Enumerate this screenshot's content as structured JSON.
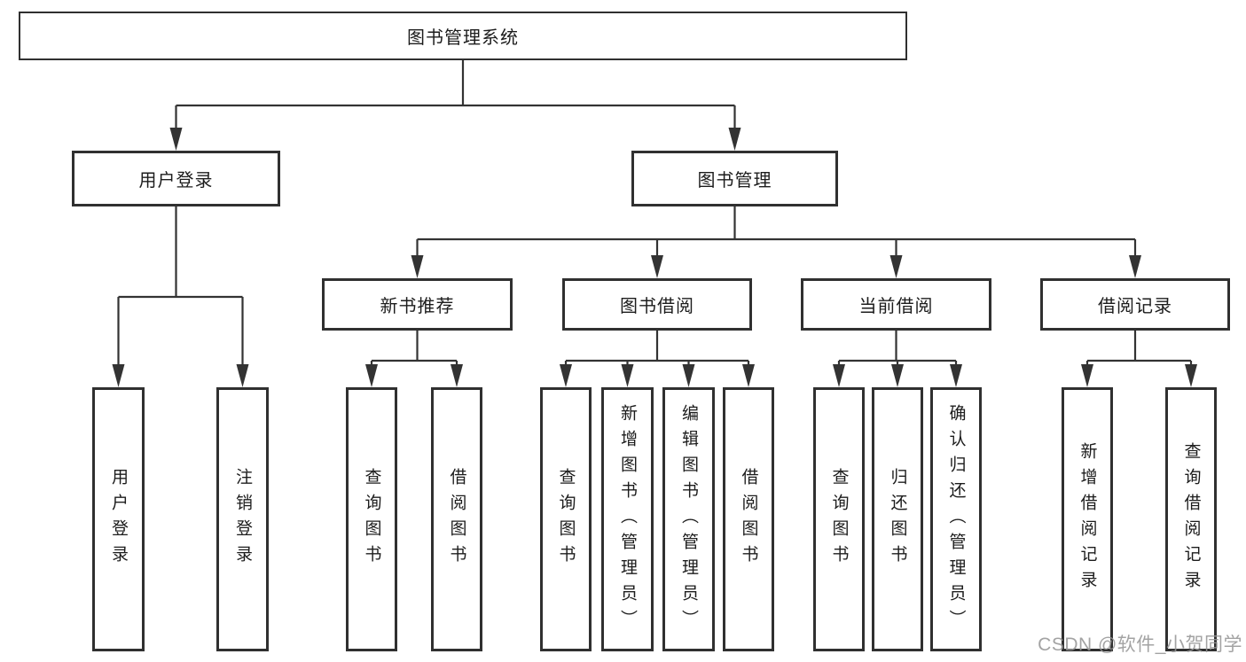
{
  "watermark": "CSDN @软件_小贺同学",
  "colors": {
    "line": "#333333",
    "box_border": "#303030",
    "box_fill": "#ffffff",
    "text": "#1c1c1c",
    "watermark": "#969696"
  },
  "tree": {
    "label": "图书管理系统",
    "children": [
      {
        "label": "用户登录",
        "children": [
          {
            "label": "用户登录"
          },
          {
            "label": "注销登录"
          }
        ]
      },
      {
        "label": "图书管理",
        "children": [
          {
            "label": "新书推荐",
            "children": [
              {
                "label": "查询图书"
              },
              {
                "label": "借阅图书"
              }
            ]
          },
          {
            "label": "图书借阅",
            "children": [
              {
                "label": "查询图书"
              },
              {
                "label": "新增图书（管理员）"
              },
              {
                "label": "编辑图书（管理员）"
              },
              {
                "label": "借阅图书"
              }
            ]
          },
          {
            "label": "当前借阅",
            "children": [
              {
                "label": "查询图书"
              },
              {
                "label": "归还图书"
              },
              {
                "label": "确认归还（管理员）"
              }
            ]
          },
          {
            "label": "借阅记录",
            "children": [
              {
                "label": "新增借阅记录"
              },
              {
                "label": "查询借阅记录"
              }
            ]
          }
        ]
      }
    ]
  }
}
